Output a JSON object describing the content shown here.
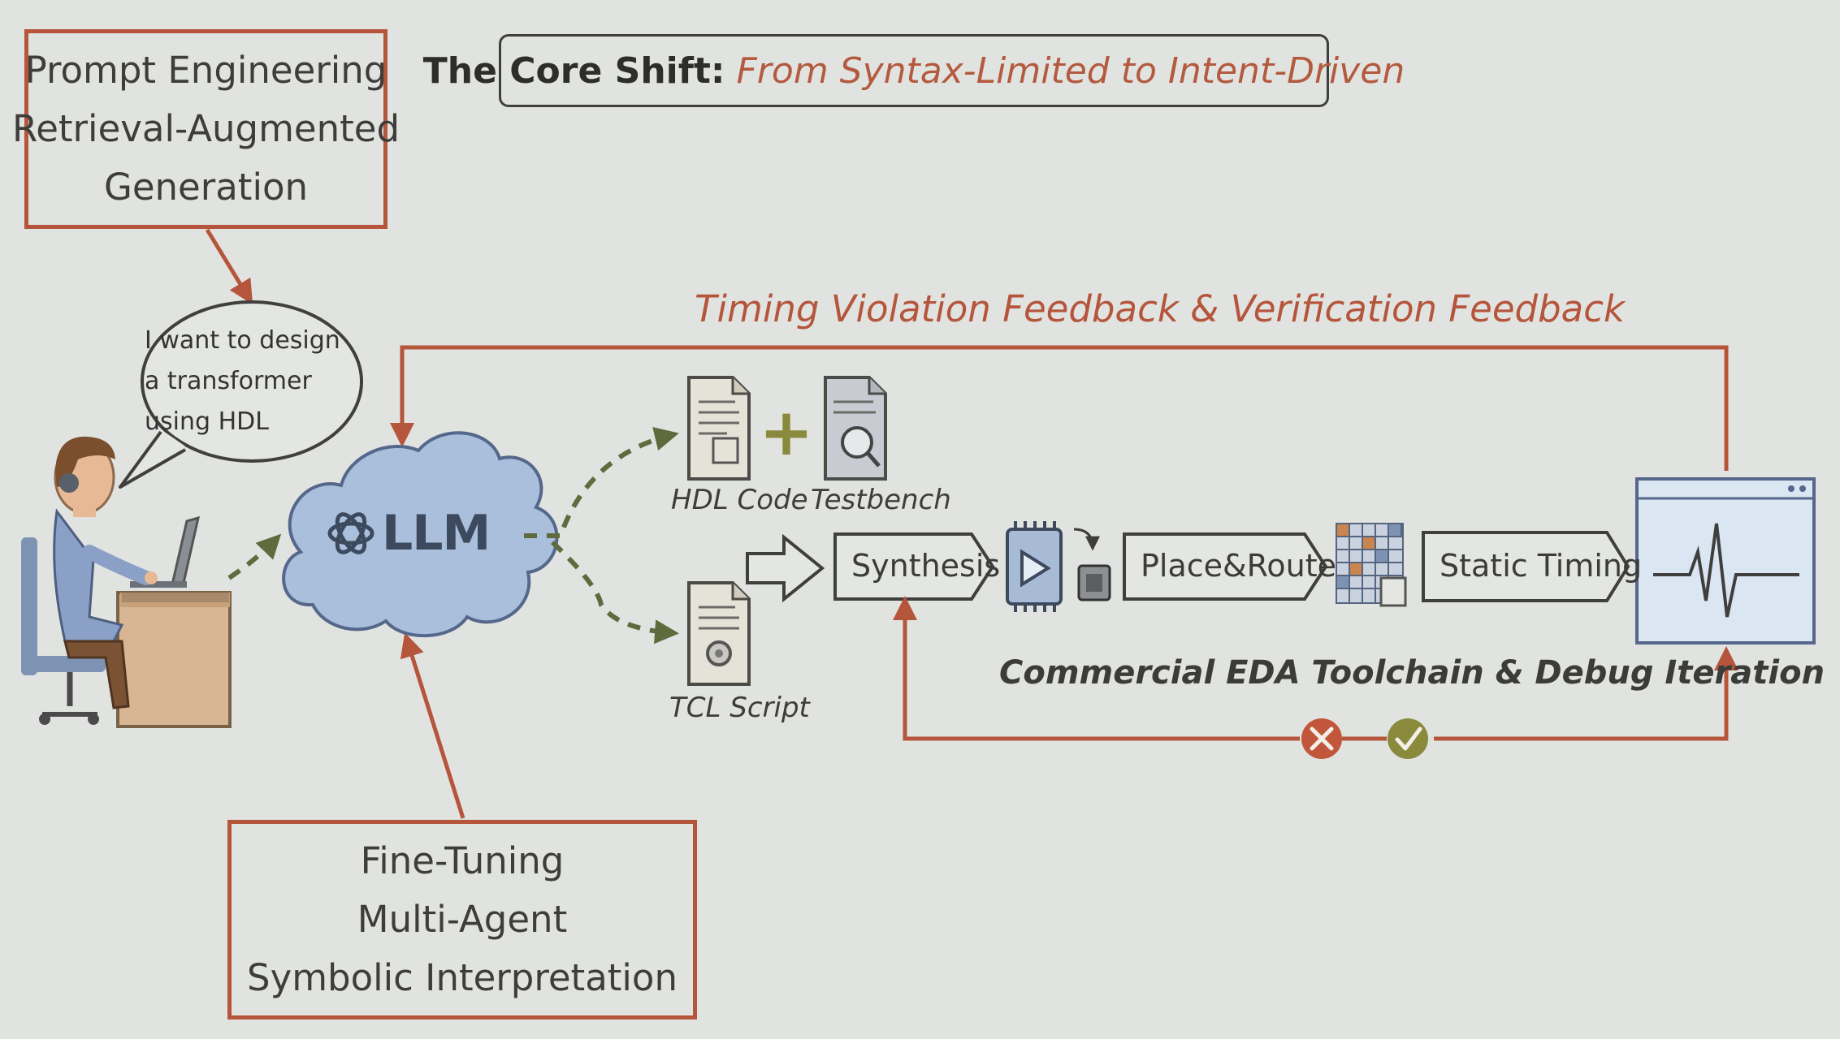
{
  "title_box": {
    "lead": "The Core Shift:",
    "emphasis": "From Syntax-Limited to Intent-Driven"
  },
  "prompt_box": {
    "lines": [
      "Prompt Engineering",
      "Retrieval-Augmented",
      "Generation"
    ]
  },
  "training_box": {
    "lines": [
      "Fine-Tuning",
      "Multi-Agent",
      "Symbolic Interpretation"
    ]
  },
  "speech_bubble": {
    "lines": [
      "I want to design",
      "a transformer",
      "using HDL"
    ]
  },
  "llm": {
    "label": "LLM"
  },
  "artifacts": {
    "hdl_code": "HDL Code",
    "testbench": "Testbench",
    "tcl_script": "TCL Script",
    "plus": "+"
  },
  "stages": {
    "synthesis": "Synthesis",
    "place_route": "Place&Route",
    "static_timing": "Static Timing"
  },
  "feedback_label": "Timing Violation Feedback & Verification Feedback",
  "toolchain_label": "Commercial EDA Toolchain & Debug Iteration",
  "colors": {
    "accent": "#b5553b",
    "fail": "#c2563a",
    "pass": "#8a8a3c",
    "cloud": "#a9bfdb",
    "waveform_panel": "#dbe6f3"
  },
  "icons": {
    "fail": "x-mark-icon",
    "pass": "check-mark-icon"
  }
}
